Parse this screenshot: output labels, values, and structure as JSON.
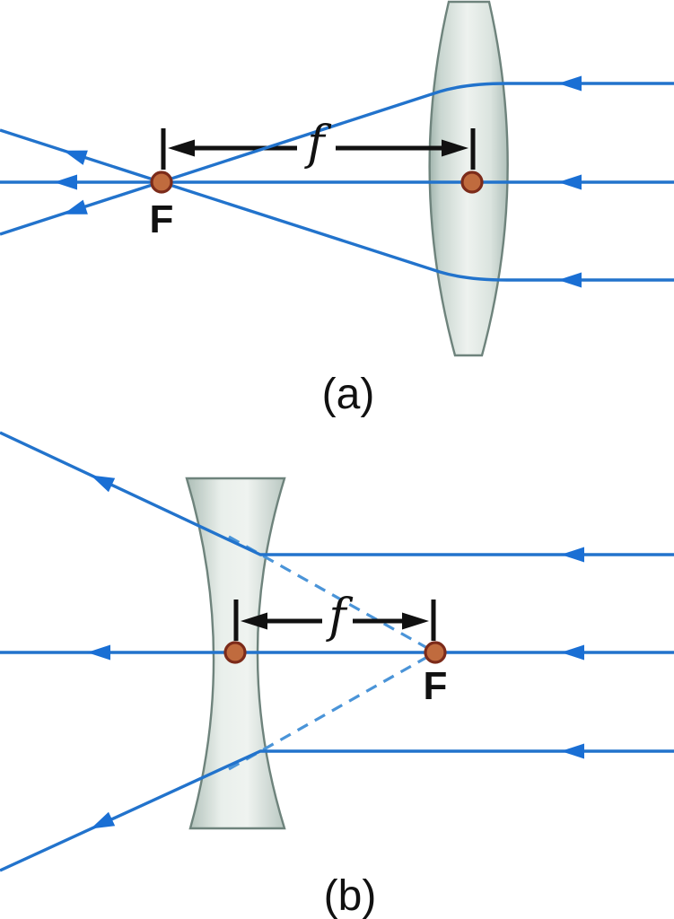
{
  "figure": {
    "panel_a": {
      "caption": "(a)",
      "lens": "biconvex-converging-lens",
      "focal_point_label": "F",
      "focal_length_label": "f",
      "parallel_rays_from_right": 3
    },
    "panel_b": {
      "caption": "(b)",
      "lens": "biconcave-diverging-lens",
      "focal_point_label": "F",
      "focal_length_label": "f",
      "parallel_rays_from_right": 3
    },
    "colors": {
      "background": "#ffffff",
      "ray_blue": "#2273cc",
      "arrow_blue": "#1a6fd4",
      "dashed_blue": "#4a94d8",
      "dimension_black": "#111111",
      "dot_fill": "#c06b3e",
      "dot_stroke": "#7c2b1a",
      "lens_edge": "#6e837c",
      "lens_fill_light": "#eef2ef",
      "lens_fill_dark": "#a2b5ae"
    }
  }
}
